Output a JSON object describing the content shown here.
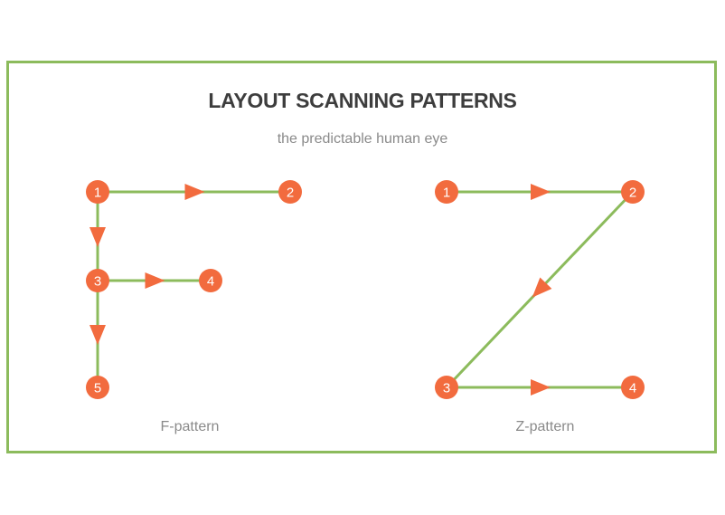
{
  "title": "LAYOUT SCANNING PATTERNS",
  "subtitle": "the predictable human eye",
  "colors": {
    "frame": "#8cbb5c",
    "line": "#8cbb5c",
    "node": "#f26b3e",
    "arrow": "#f26b3e",
    "title": "#3d3d3d",
    "muted": "#8a8a8a"
  },
  "patterns": [
    {
      "name": "F-pattern",
      "nodes": [
        {
          "label": "1"
        },
        {
          "label": "2"
        },
        {
          "label": "3"
        },
        {
          "label": "4"
        },
        {
          "label": "5"
        }
      ],
      "edges": [
        [
          "1",
          "2"
        ],
        [
          "1",
          "3"
        ],
        [
          "3",
          "4"
        ],
        [
          "3",
          "5"
        ]
      ]
    },
    {
      "name": "Z-pattern",
      "nodes": [
        {
          "label": "1"
        },
        {
          "label": "2"
        },
        {
          "label": "3"
        },
        {
          "label": "4"
        }
      ],
      "edges": [
        [
          "1",
          "2"
        ],
        [
          "2",
          "3"
        ],
        [
          "3",
          "4"
        ]
      ]
    }
  ]
}
